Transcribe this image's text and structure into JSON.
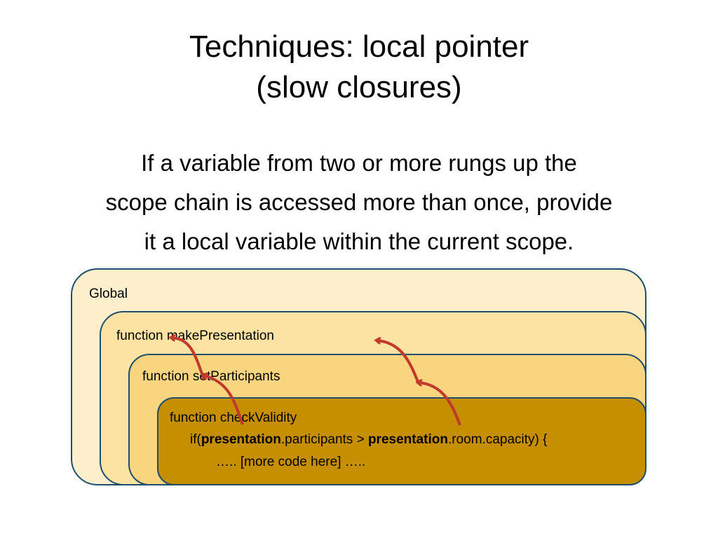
{
  "slide": {
    "title_lines": [
      "Techniques: local pointer",
      "(slow closures)"
    ],
    "body_lines": [
      "If a variable from two or more rungs up the",
      "scope chain is accessed more than once, provide",
      "it a local variable within the current scope."
    ]
  },
  "diagram": {
    "scopes": {
      "global": "Global",
      "make_presentation": "function makePresentation",
      "set_participants": "function setParticipants",
      "check_validity": "function checkValidity"
    },
    "code": {
      "line1_prefix": "if(",
      "line1_var1": "presentation",
      "line1_middle": ".participants > ",
      "line1_var2": "presentation",
      "line1_suffix": ".room.capacity) {",
      "line2": "….. [more code here] ….."
    },
    "colors": {
      "border": "#1f4e6e",
      "global_fill": "#fdefcb",
      "make_fill": "#fce3a4",
      "set_fill": "#fad580",
      "check_fill": "#c68f00",
      "arrow": "#c0392b"
    }
  }
}
